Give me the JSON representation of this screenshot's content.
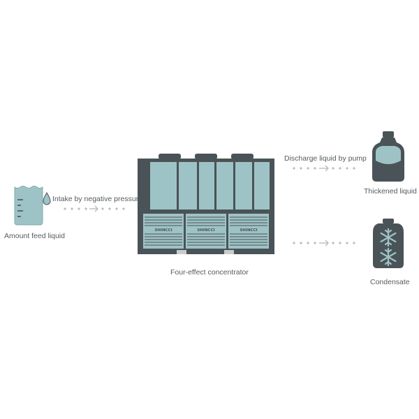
{
  "feed": {
    "label": "Amount feed liquid",
    "icon": "beaker-with-drop-icon"
  },
  "intake": {
    "label": "Intake by negative pressure"
  },
  "concentrator": {
    "label": "Four-effect concentrator",
    "brand": "SHINCCI",
    "body_color": "#4a5357",
    "panel_color": "#9ec3c6"
  },
  "discharge": {
    "label": "Discharge liquid by pump"
  },
  "thickened": {
    "label": "Thickened liquid",
    "icon": "bottle-icon"
  },
  "condensate": {
    "label": "Condensate",
    "icon": "snowflake-bottle-icon"
  },
  "colors": {
    "accent": "#9ec3c6",
    "dark": "#4a5357",
    "arrow": "#b9bcbe"
  }
}
